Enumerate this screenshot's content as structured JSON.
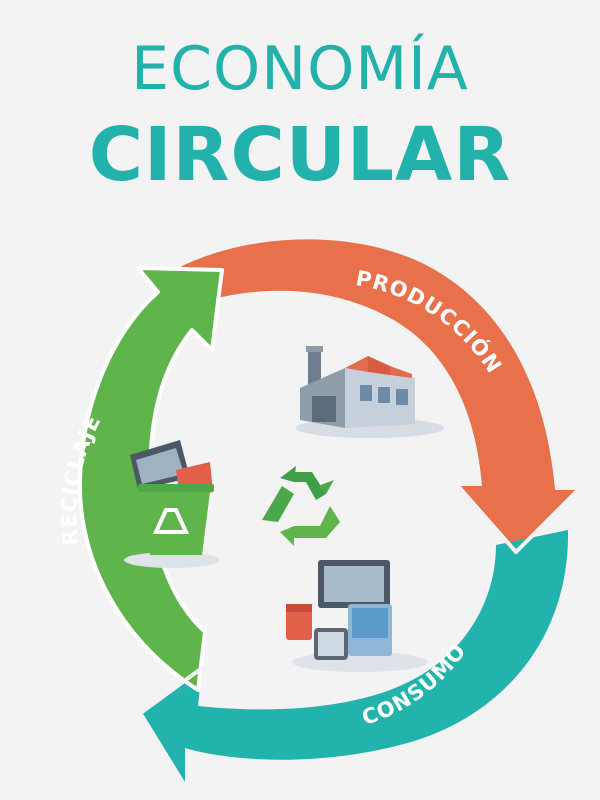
{
  "title": {
    "line1": "ECONOMÍA",
    "line2": "CIRCULAR"
  },
  "cycle": [
    {
      "key": "produccion",
      "label": "PRODUCCIÓN",
      "color": "#e8704b"
    },
    {
      "key": "consumo",
      "label": "CONSUMO",
      "color": "#23b3ad"
    },
    {
      "key": "reciclaje",
      "label": "RECICLAJE",
      "color": "#5fb54b"
    }
  ],
  "icons": [
    "factory-icon",
    "recycle-bin-icon",
    "recycle-symbol-icon",
    "devices-icon"
  ]
}
